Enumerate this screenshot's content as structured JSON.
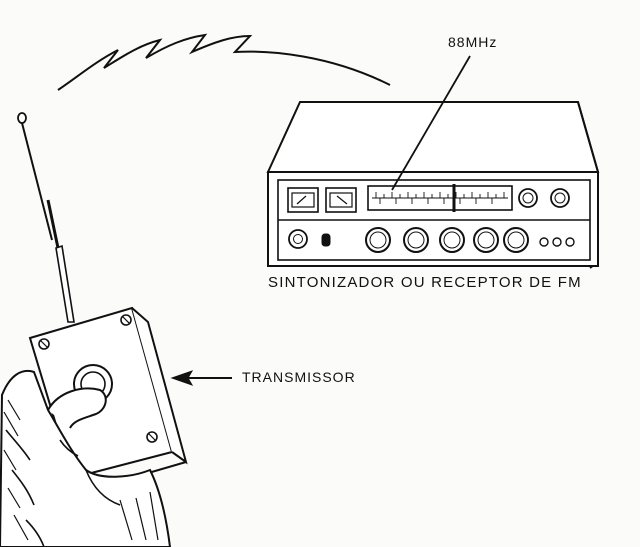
{
  "labels": {
    "frequency": "88MHz",
    "receiver": "SINTONIZADOR  OU  RECEPTOR  DE  FM",
    "transmitter": "TRANSMISSOR"
  },
  "colors": {
    "ink": "#111111",
    "paper": "#fbfbf9"
  }
}
